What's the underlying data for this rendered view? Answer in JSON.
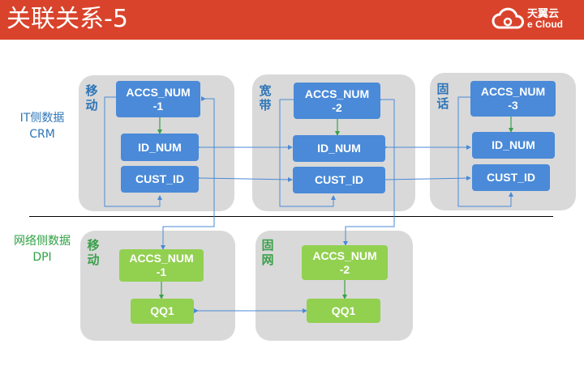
{
  "header": {
    "title": "关联关系-5",
    "logo_cn": "天翼云",
    "logo_en": "e Cloud"
  },
  "side_labels": {
    "it_line1": "IT侧数据",
    "it_line2": "CRM",
    "net_line1": "网络侧数据",
    "net_line2": "DPI"
  },
  "panels": {
    "mobile_it": {
      "label": [
        "移",
        "动"
      ],
      "accs": [
        "ACCS_NUM",
        "-1"
      ],
      "id": "ID_NUM",
      "cust": "CUST_ID"
    },
    "broadband_it": {
      "label": [
        "宽",
        "带"
      ],
      "accs": [
        "ACCS_NUM",
        "-2"
      ],
      "id": "ID_NUM",
      "cust": "CUST_ID"
    },
    "fixed_it": {
      "label": [
        "固",
        "话"
      ],
      "accs": [
        "ACCS_NUM",
        "-3"
      ],
      "id": "ID_NUM",
      "cust": "CUST_ID"
    },
    "mobile_net": {
      "label": [
        "移",
        "动"
      ],
      "accs": [
        "ACCS_NUM",
        "-1"
      ],
      "qq": "QQ1"
    },
    "fixednet_net": {
      "label": [
        "固",
        "网"
      ],
      "accs": [
        "ACCS_NUM",
        "-2"
      ],
      "qq": "QQ1"
    }
  },
  "colors": {
    "header": "#d9432b",
    "blue_box": "#4a8ad8",
    "green_box": "#92d050",
    "panel": "#d9d9d9",
    "connector": "#4a8ad8",
    "green_arrow": "#3aa04a"
  }
}
